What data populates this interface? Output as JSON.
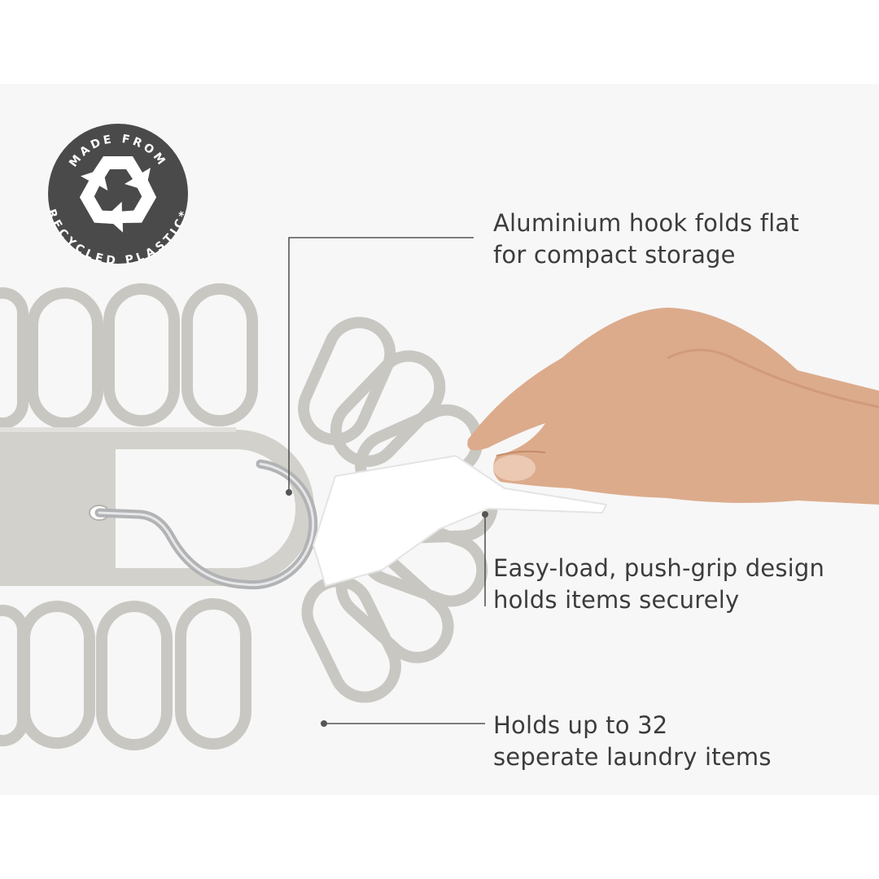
{
  "badge": {
    "text_top": "MADE FROM",
    "text_bottom": "RECYCLED PLASTIC*",
    "icon": "recycle-icon",
    "color": "#4a4a4a"
  },
  "callouts": [
    {
      "line1": "Aluminium hook folds flat",
      "line2": "for compact storage"
    },
    {
      "line1": "Easy-load, push-grip design",
      "line2": "holds items securely"
    },
    {
      "line1": "Holds up to 32",
      "line2": "seperate laundry items"
    }
  ],
  "colors": {
    "background": "#ffffff",
    "panel": "#f7f7f7",
    "plastic": "#c9c7c2",
    "text": "#3c3c3c",
    "leader": "#555555"
  }
}
